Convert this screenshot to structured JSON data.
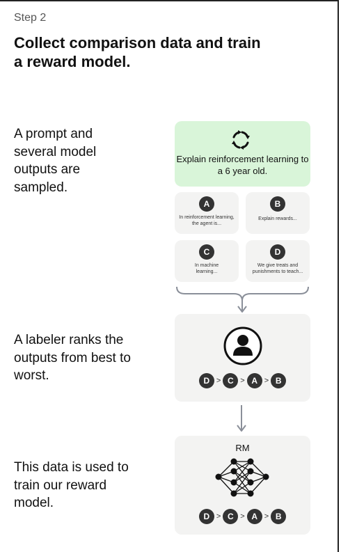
{
  "header": {
    "step": "Step 2",
    "title": "Collect comparison data and train a reward model."
  },
  "rows": [
    {
      "description": "A prompt and several model outputs are sampled."
    },
    {
      "description": "A labeler ranks the outputs from best to worst."
    },
    {
      "description": "This data is used to train our reward model."
    }
  ],
  "prompt": {
    "text": "Explain reinforcement learning to a 6 year old.",
    "icon": "loop-icon"
  },
  "outputs": [
    {
      "letter": "A",
      "text": "In reinforcement learning, the agent is..."
    },
    {
      "letter": "B",
      "text": "Explain rewards..."
    },
    {
      "letter": "C",
      "text": "In machine learning..."
    },
    {
      "letter": "D",
      "text": "We give treats and punishments to teach..."
    }
  ],
  "labeler": {
    "icon": "person-icon"
  },
  "rm": {
    "label": "RM",
    "icon": "neural-network-icon"
  },
  "ranking": [
    "D",
    "C",
    "A",
    "B"
  ],
  "ranking_separator": ">",
  "colors": {
    "prompt_bg": "#d9f5d9",
    "card_bg": "#f3f3f2",
    "badge": "#333333",
    "arrow": "#8a8f99"
  }
}
